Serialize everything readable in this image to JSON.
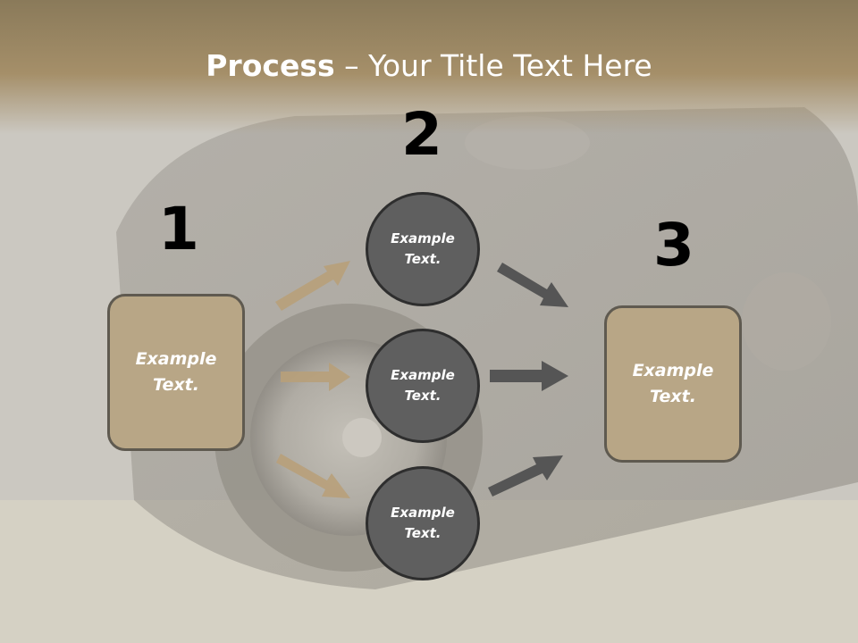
{
  "slide": {
    "title_bold": "Process",
    "title_rest": " – Your Title Text Here"
  },
  "steps": {
    "one": "1",
    "two": "2",
    "three": "3"
  },
  "nodes": {
    "left_box": "Example\nText.",
    "circle_top": "Example\nText.",
    "circle_middle": "Example\nText.",
    "circle_bottom": "Example\nText.",
    "right_box": "Example\nText."
  },
  "colors": {
    "title_bar": "#a58f69",
    "box_fill": "#b8a686",
    "circle_fill": "#5f5f5f",
    "tan_arrow": "#b8a07a",
    "gray_arrow": "#555555"
  }
}
